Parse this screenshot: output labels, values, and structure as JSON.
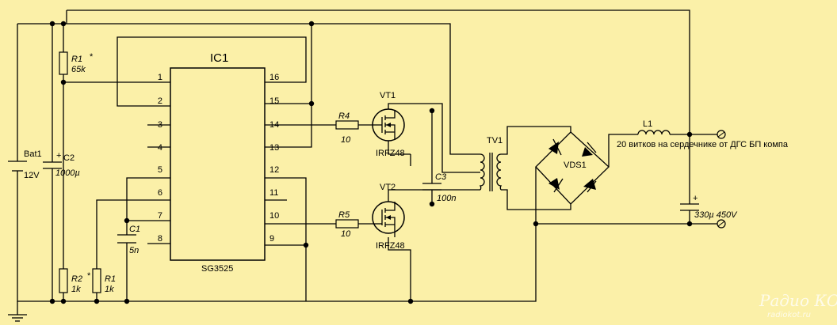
{
  "ic": {
    "name": "IC1",
    "part": "SG3525"
  },
  "pins_left": [
    "1",
    "2",
    "3",
    "4",
    "5",
    "6",
    "7",
    "8"
  ],
  "pins_right": [
    "16",
    "15",
    "14",
    "13",
    "12",
    "11",
    "10",
    "9"
  ],
  "battery": {
    "ref": "Bat1",
    "value": "12V"
  },
  "c2": {
    "ref": "C2",
    "value": "1000µ",
    "polarity": "+"
  },
  "r1_top": {
    "ref": "R1",
    "mark": "*",
    "value": "65k"
  },
  "r2": {
    "ref": "R2",
    "mark": "*",
    "value": "1k"
  },
  "r1_bottom": {
    "ref": "R1",
    "value": "1k"
  },
  "c1": {
    "ref": "C1",
    "value": "5n"
  },
  "r4": {
    "ref": "R4",
    "value": "10"
  },
  "r5": {
    "ref": "R5",
    "value": "10"
  },
  "vt1": {
    "ref": "VT1",
    "part": "IRFZ48"
  },
  "vt2": {
    "ref": "VT2",
    "part": "IRFZ48"
  },
  "c3": {
    "ref": "C3",
    "value": "100n"
  },
  "transformer": {
    "ref": "TV1"
  },
  "bridge": {
    "ref": "VDS1"
  },
  "l1": {
    "ref": "L1",
    "note": "20 витков на сердечнике от ДГС БП компа"
  },
  "c_out": {
    "value": "330µ 450V",
    "polarity": "+"
  },
  "watermark": {
    "logo": "Радио КОТ",
    "url": "radiokot.ru"
  }
}
